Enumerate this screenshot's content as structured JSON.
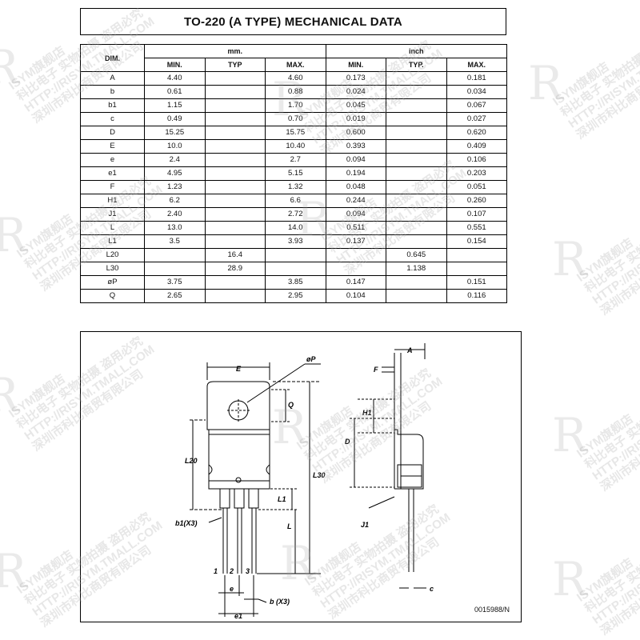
{
  "title": "TO-220 (A TYPE) MECHANICAL DATA",
  "table": {
    "dim_header": "DIM.",
    "unit_mm": "mm.",
    "unit_inch": "inch",
    "sub_headers": [
      "MIN.",
      "TYP",
      "MAX.",
      "MIN.",
      "TYP.",
      "MAX."
    ],
    "rows": [
      {
        "dim": "A",
        "mm_min": "4.40",
        "mm_typ": "",
        "mm_max": "4.60",
        "in_min": "0.173",
        "in_typ": "",
        "in_max": "0.181"
      },
      {
        "dim": "b",
        "mm_min": "0.61",
        "mm_typ": "",
        "mm_max": "0.88",
        "in_min": "0.024",
        "in_typ": "",
        "in_max": "0.034"
      },
      {
        "dim": "b1",
        "mm_min": "1.15",
        "mm_typ": "",
        "mm_max": "1.70",
        "in_min": "0.045",
        "in_typ": "",
        "in_max": "0.067"
      },
      {
        "dim": "c",
        "mm_min": "0.49",
        "mm_typ": "",
        "mm_max": "0.70",
        "in_min": "0.019",
        "in_typ": "",
        "in_max": "0.027"
      },
      {
        "dim": "D",
        "mm_min": "15.25",
        "mm_typ": "",
        "mm_max": "15.75",
        "in_min": "0.600",
        "in_typ": "",
        "in_max": "0.620"
      },
      {
        "dim": "E",
        "mm_min": "10.0",
        "mm_typ": "",
        "mm_max": "10.40",
        "in_min": "0.393",
        "in_typ": "",
        "in_max": "0.409"
      },
      {
        "dim": "e",
        "mm_min": "2.4",
        "mm_typ": "",
        "mm_max": "2.7",
        "in_min": "0.094",
        "in_typ": "",
        "in_max": "0.106"
      },
      {
        "dim": "e1",
        "mm_min": "4.95",
        "mm_typ": "",
        "mm_max": "5.15",
        "in_min": "0.194",
        "in_typ": "",
        "in_max": "0.203"
      },
      {
        "dim": "F",
        "mm_min": "1.23",
        "mm_typ": "",
        "mm_max": "1.32",
        "in_min": "0.048",
        "in_typ": "",
        "in_max": "0.051"
      },
      {
        "dim": "H1",
        "mm_min": "6.2",
        "mm_typ": "",
        "mm_max": "6.6",
        "in_min": "0.244",
        "in_typ": "",
        "in_max": "0.260"
      },
      {
        "dim": "J1",
        "mm_min": "2.40",
        "mm_typ": "",
        "mm_max": "2.72",
        "in_min": "0.094",
        "in_typ": "",
        "in_max": "0.107"
      },
      {
        "dim": "L",
        "mm_min": "13.0",
        "mm_typ": "",
        "mm_max": "14.0",
        "in_min": "0.511",
        "in_typ": "",
        "in_max": "0.551"
      },
      {
        "dim": "L1",
        "mm_min": "3.5",
        "mm_typ": "",
        "mm_max": "3.93",
        "in_min": "0.137",
        "in_typ": "",
        "in_max": "0.154"
      },
      {
        "dim": "L20",
        "mm_min": "",
        "mm_typ": "16.4",
        "mm_max": "",
        "in_min": "",
        "in_typ": "0.645",
        "in_max": ""
      },
      {
        "dim": "L30",
        "mm_min": "",
        "mm_typ": "28.9",
        "mm_max": "",
        "in_min": "",
        "in_typ": "1.138",
        "in_max": ""
      },
      {
        "dim": "øP",
        "mm_min": "3.75",
        "mm_typ": "",
        "mm_max": "3.85",
        "in_min": "0.147",
        "in_typ": "",
        "in_max": "0.151"
      },
      {
        "dim": "Q",
        "mm_min": "2.65",
        "mm_typ": "",
        "mm_max": "2.95",
        "in_min": "0.104",
        "in_typ": "",
        "in_max": "0.116"
      }
    ]
  },
  "drawing": {
    "labels": {
      "E": "E",
      "phiP": "øP",
      "Q": "Q",
      "L20": "L20",
      "L30": "L30",
      "L1": "L1",
      "L": "L",
      "b1": "b1(X3)",
      "b": "b (X3)",
      "e": "e",
      "e1": "e1",
      "pin1": "1",
      "pin2": "2",
      "pin3": "3",
      "A": "A",
      "F": "F",
      "H1": "H1",
      "D": "D",
      "J1": "J1",
      "c": "c"
    },
    "figure_code": "0015988/N"
  },
  "watermark": {
    "line1": "ISYM旗舰店",
    "line2": "科比电子 实物拍摄 盗用必究",
    "line3": "HTTP://RISYM.TMALL.COM",
    "line4": "深圳市科比商贸有限公司",
    "logo": "R"
  }
}
